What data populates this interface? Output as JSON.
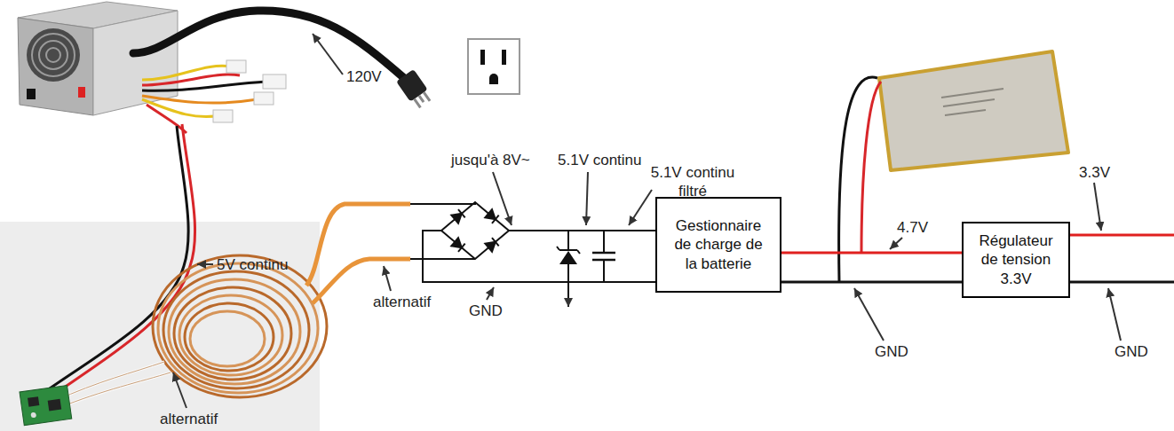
{
  "diagram": {
    "nodes": [
      {
        "text": [
          "Gestionnaire de charge de la batterie"
        ]
      },
      {
        "text": [
          "Régulateur de tension 3.3V"
        ]
      }
    ],
    "edges": [
      {
        "from": 0,
        "to": 1,
        "arrow": "none"
      },
      {
        "from": 0,
        "to": 1,
        "arrow": "none"
      }
    ],
    "labels": [
      "120V",
      "5V continu",
      "alternatif",
      "alternatif",
      "jusqu'à 8V~",
      "5.1V continu",
      "5.1V continu filtré",
      "GND",
      "4.7V",
      "GND",
      "3.3V",
      "GND"
    ]
  }
}
